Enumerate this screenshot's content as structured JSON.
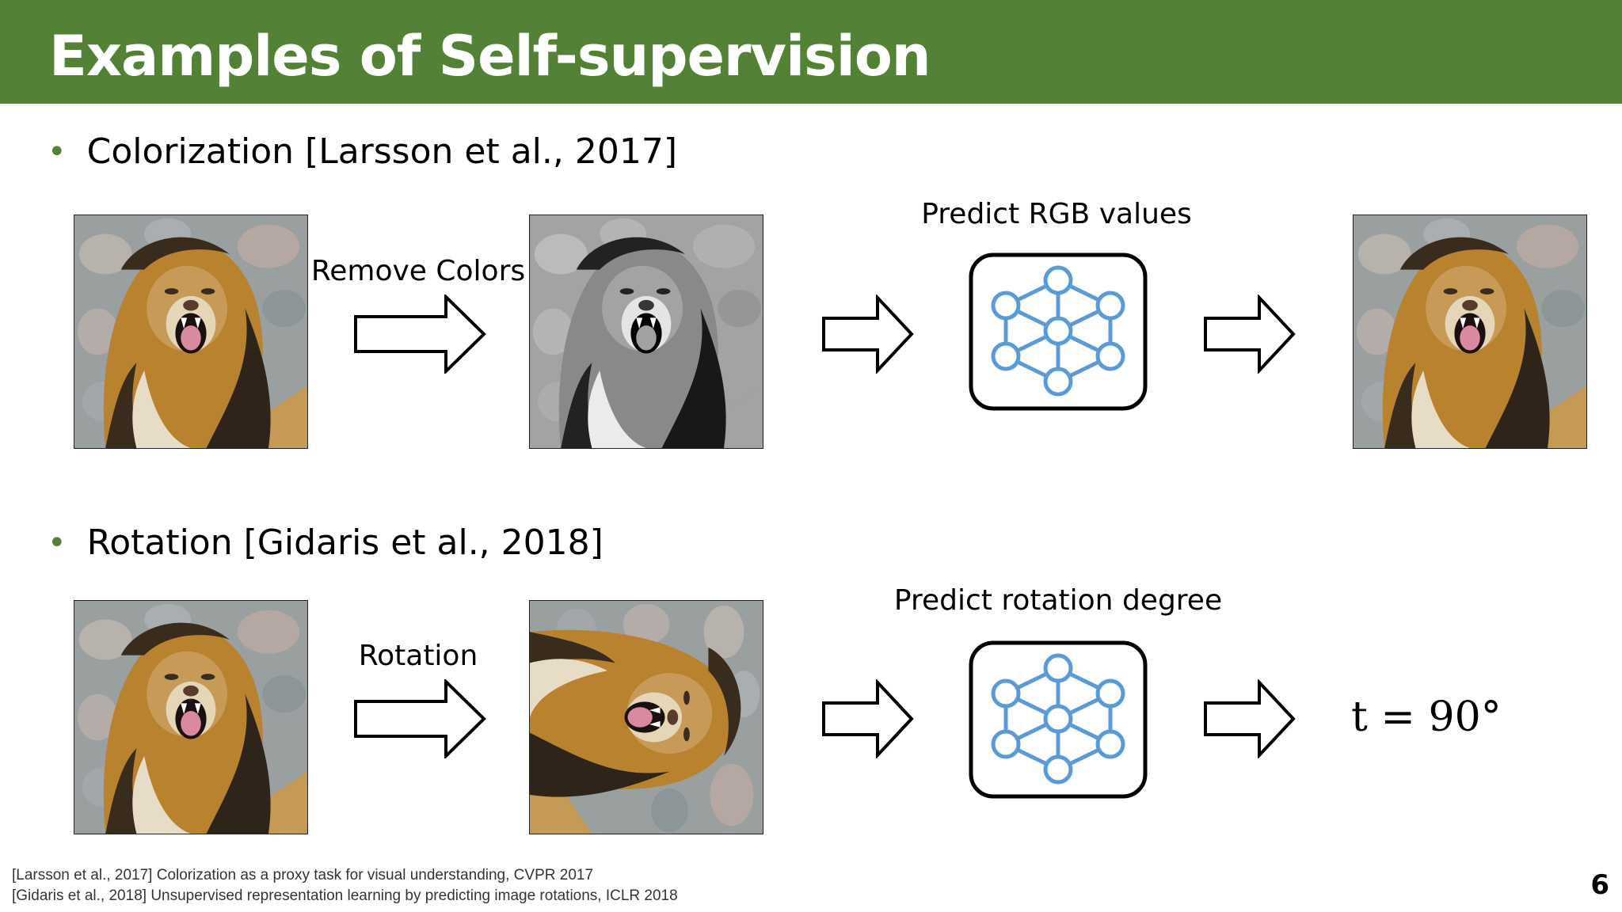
{
  "slide": {
    "title": "Examples of Self-supervision",
    "page_number": "6"
  },
  "colorization": {
    "heading": "Colorization [Larsson et al., 2017]",
    "step1_label": "Remove Colors",
    "network_label": "Predict RGB values"
  },
  "rotation": {
    "heading": "Rotation [Gidaris et al., 2018]",
    "step1_label": "Rotation",
    "network_label": "Predict rotation degree",
    "output_formula": "t = 90°"
  },
  "references": [
    "[Larsson et al., 2017] Colorization as a proxy task for visual understanding, CVPR 2017",
    "[Gidaris et al., 2018] Unsupervised representation learning by predicting image rotations, ICLR 2018"
  ],
  "colors": {
    "title_bar": "#538135",
    "network_nodes": "#5b9bd5",
    "lion_mane": "#b8822f",
    "lion_dark": "#2e241a"
  },
  "icons": {
    "network": "neural-network-icon",
    "arrow": "right-arrow-icon"
  }
}
